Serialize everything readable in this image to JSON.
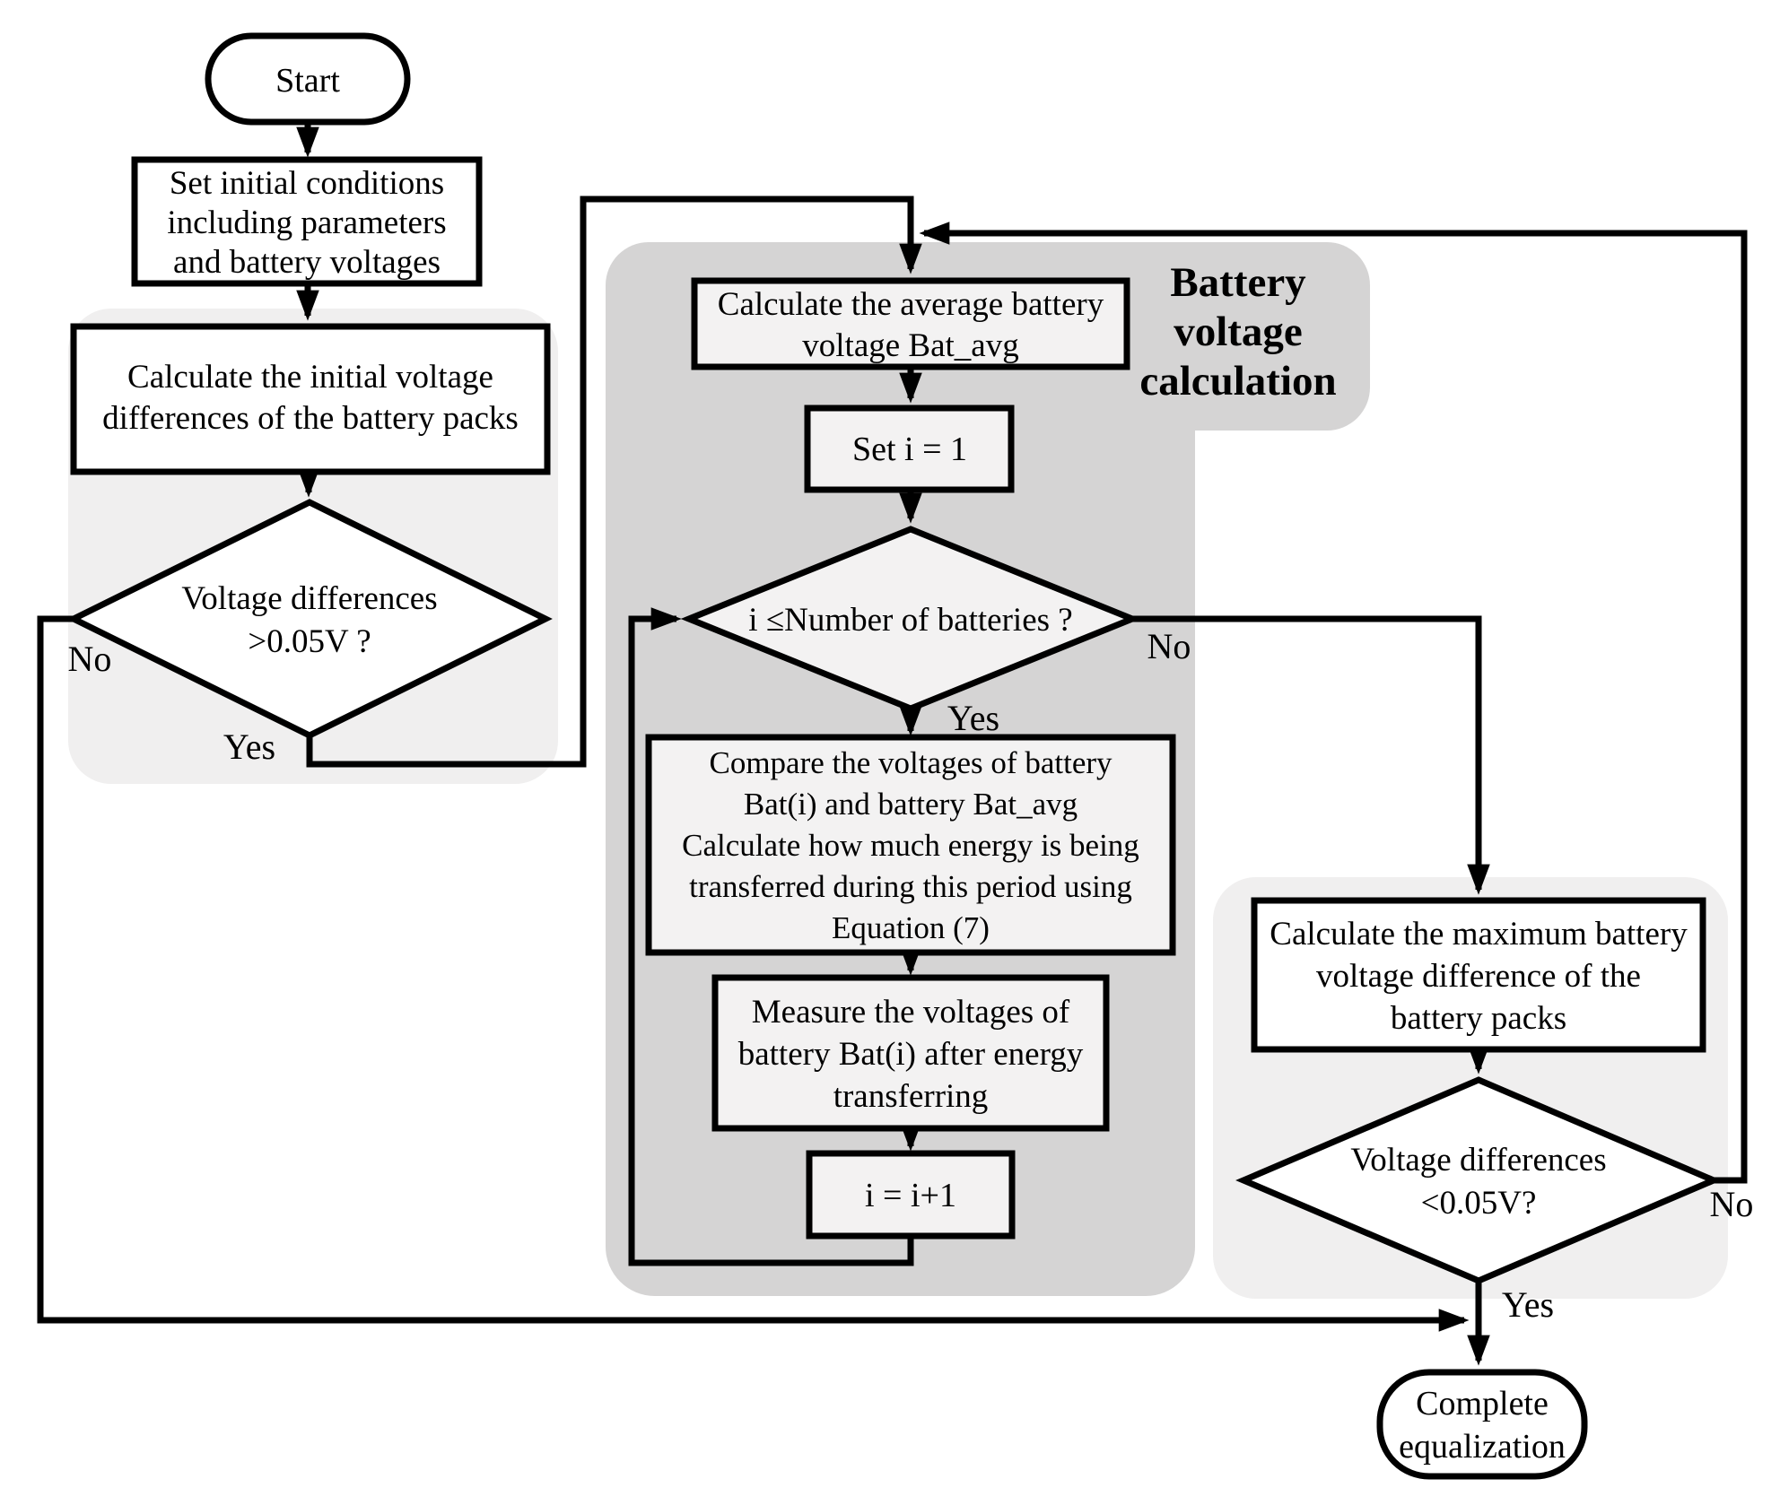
{
  "diagram": {
    "panel_title": {
      "lines": [
        "Battery",
        "voltage",
        "calculation"
      ]
    },
    "nodes": {
      "start": {
        "label": "Start"
      },
      "set_initial": {
        "lines": [
          "Set initial conditions",
          "including parameters",
          "and battery voltages"
        ]
      },
      "calc_initial": {
        "lines": [
          "Calculate the initial voltage",
          "differences of the battery packs"
        ]
      },
      "diamond_initial": {
        "lines": [
          "Voltage differences",
          ">0.05V ?"
        ]
      },
      "calc_avg": {
        "lines": [
          "Calculate the average battery",
          "voltage Bat_avg"
        ]
      },
      "set_i": {
        "label": "Set i = 1"
      },
      "diamond_loop": {
        "label": "i ≤Number of batteries ?"
      },
      "compare": {
        "lines": [
          "Compare the voltages of battery",
          "Bat(i) and battery Bat_avg",
          "Calculate how much energy is being",
          "transferred during this period using",
          "Equation (7)"
        ]
      },
      "measure": {
        "lines": [
          "Measure the voltages of",
          "battery Bat(i) after energy",
          "transferring"
        ]
      },
      "increment": {
        "label": "i = i+1"
      },
      "calc_max": {
        "lines": [
          "Calculate the maximum battery",
          "voltage difference of the",
          "battery packs"
        ]
      },
      "diamond_final": {
        "lines": [
          "Voltage differences",
          "<0.05V?"
        ]
      },
      "complete": {
        "lines": [
          "Complete",
          "equalization"
        ]
      }
    },
    "edge_labels": {
      "d1_no": "No",
      "d1_yes": "Yes",
      "d2_yes": "Yes",
      "d2_no": "No",
      "d3_no": "No",
      "d3_yes": "Yes"
    },
    "colors": {
      "panel_light": "#f0efef",
      "panel_dark": "#d5d4d4",
      "node_fill_panel": "#f3f2f2",
      "node_fill_white": "#ffffff",
      "line": "#000000"
    }
  }
}
